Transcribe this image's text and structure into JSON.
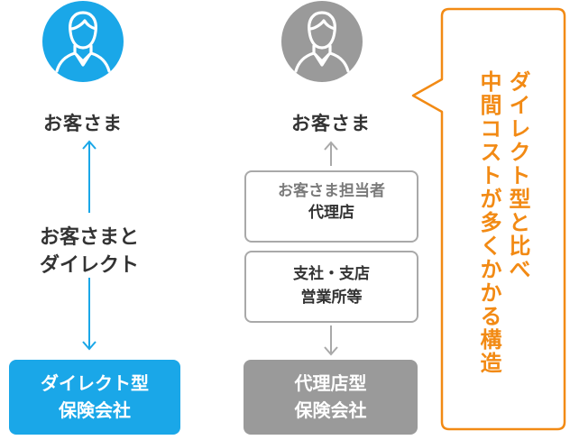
{
  "colors": {
    "direct_blue": "#1aa7e8",
    "agency_gray": "#9a9a9a",
    "box_border": "#a9a9a9",
    "callout_orange": "#f28a14"
  },
  "left_column": {
    "customer_icon": "person-avatar-icon",
    "customer_label": "お客さま",
    "connection_line1": "お客さまと",
    "connection_line2": "ダイレクト",
    "insurer_line1": "ダイレクト型",
    "insurer_line2": "保険会社"
  },
  "middle_column": {
    "customer_icon": "person-avatar-icon",
    "customer_label": "お客さま",
    "agent_box_sub": "お客さま担当者",
    "agent_box_main": "代理店",
    "branch_box_line1": "支社・支店",
    "branch_box_line2": "営業所等",
    "insurer_line1": "代理店型",
    "insurer_line2": "保険会社"
  },
  "callout": {
    "line1": "ダイレクト型と比べ",
    "line2": "中間コストが多くかかる構造"
  }
}
